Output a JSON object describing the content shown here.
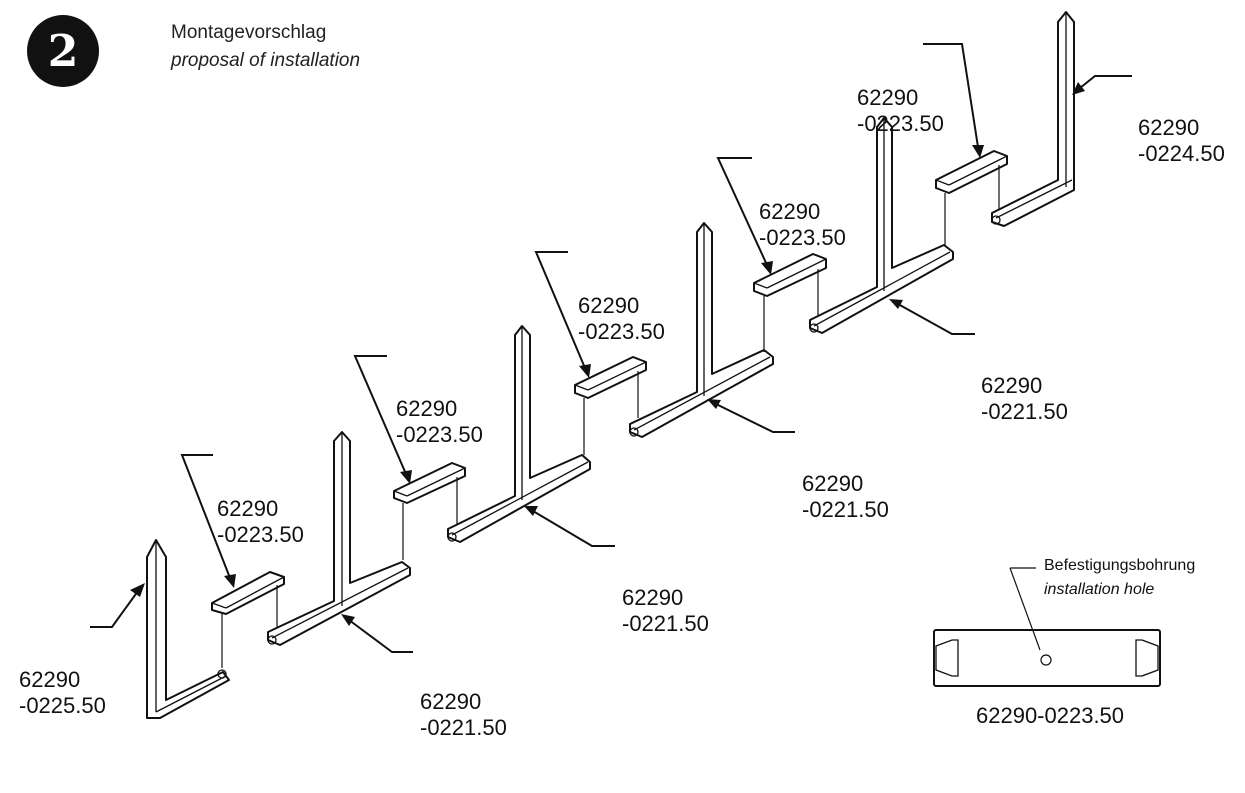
{
  "header": {
    "step_number": "2",
    "title_de": "Montagevorschlag",
    "title_en": "proposal of installation"
  },
  "labels": [
    {
      "id": "left-end",
      "line1": "62290",
      "line2": "-0225.50"
    },
    {
      "id": "bridge-1",
      "line1": "62290",
      "line2": "-0223.50"
    },
    {
      "id": "tee-1",
      "line1": "62290",
      "line2": "-0221.50"
    },
    {
      "id": "bridge-2",
      "line1": "62290",
      "line2": "-0223.50"
    },
    {
      "id": "tee-2",
      "line1": "62290",
      "line2": "-0221.50"
    },
    {
      "id": "bridge-3",
      "line1": "62290",
      "line2": "-0223.50"
    },
    {
      "id": "tee-3",
      "line1": "62290",
      "line2": "-0221.50"
    },
    {
      "id": "bridge-4",
      "line1": "62290",
      "line2": "-0223.50"
    },
    {
      "id": "tee-4",
      "line1": "62290",
      "line2": "-0221.50"
    },
    {
      "id": "bridge-5",
      "line1": "62290",
      "line2": "-0223.50"
    },
    {
      "id": "right-end",
      "line1": "62290",
      "line2": "-0224.50"
    }
  ],
  "detail": {
    "hole_label_de": "Befestigungsbohrung",
    "hole_label_en": "installation hole",
    "caption": "62290-0223.50"
  }
}
